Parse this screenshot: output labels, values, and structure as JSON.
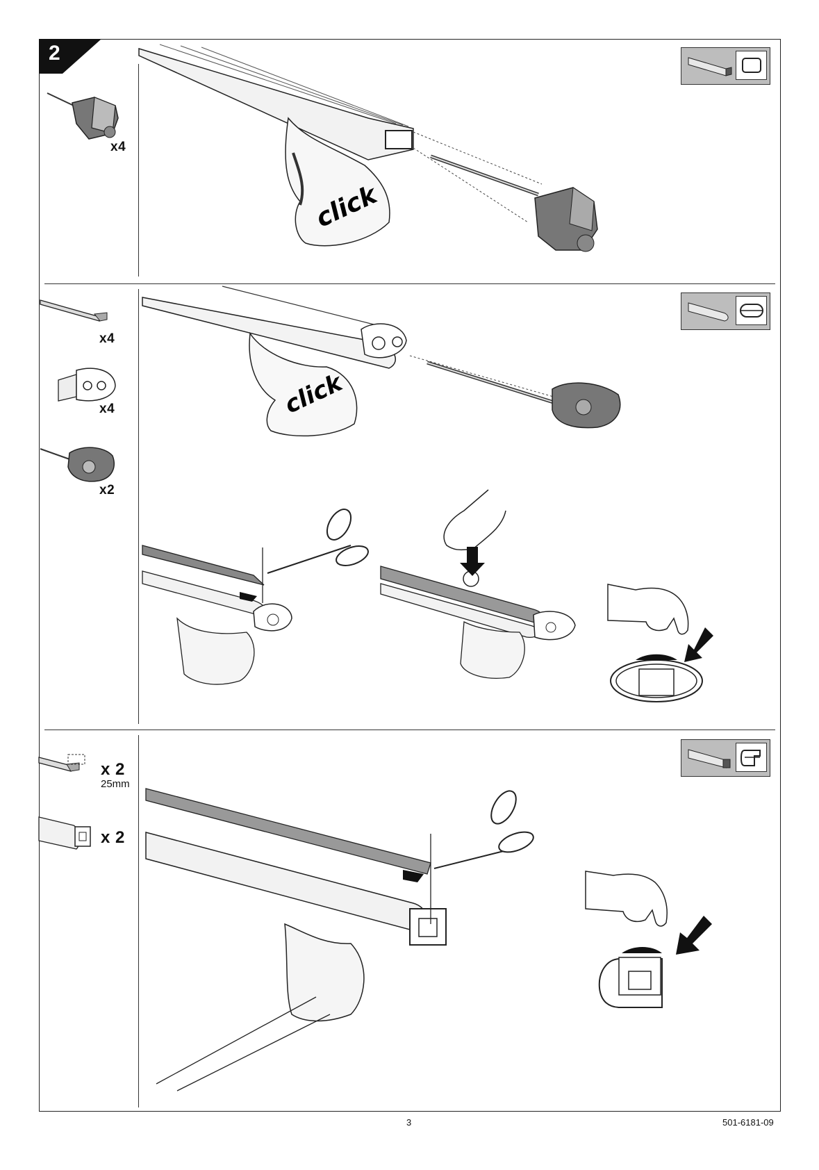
{
  "step": {
    "number": "2"
  },
  "section1": {
    "parts": [
      {
        "qty": "x4",
        "icon": "end-cap-with-strip-icon"
      }
    ],
    "profile_icon": "square-bar-profile-icon",
    "click_label": "click"
  },
  "section2": {
    "parts": [
      {
        "qty": "x4",
        "icon": "rubber-strip-icon"
      },
      {
        "qty": "x4",
        "icon": "end-plate-adapter-icon"
      },
      {
        "qty": "x2",
        "icon": "oval-end-cap-icon"
      }
    ],
    "profile_icon": "aero-bar-profile-icon",
    "click_label": "click"
  },
  "section3": {
    "parts": [
      {
        "qty": "x 2",
        "sub": "25mm",
        "icon": "short-strip-icon"
      },
      {
        "qty": "x 2",
        "icon": "rail-end-profile-icon"
      }
    ],
    "profile_icon": "rail-bar-profile-icon"
  },
  "footer": {
    "page_number": "3",
    "doc_code": "501-6181-09"
  }
}
